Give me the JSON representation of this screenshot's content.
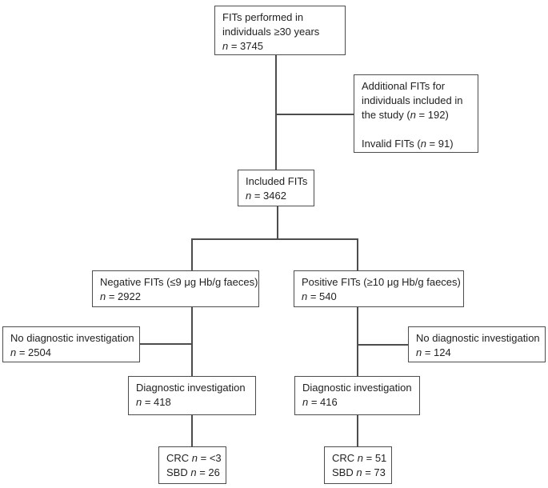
{
  "diagram": {
    "type": "flowchart",
    "description": "FIT screening study flow diagram",
    "colors": {
      "border": "#4d4d4d",
      "text": "#222222",
      "background": "#ffffff"
    },
    "boxes": [
      {
        "id": "fits-performed",
        "lines": [
          "FITs performed in",
          "individuals ≥30 years",
          "*n* = 3745"
        ]
      },
      {
        "id": "additional-fits",
        "lines": [
          "Additional FITs for",
          "individuals included in",
          "the study (*n* = 192)",
          "",
          "Invalid FITs (*n* = 91)"
        ]
      },
      {
        "id": "included-fits",
        "lines": [
          "Included FITs",
          "*n* = 3462"
        ]
      },
      {
        "id": "negative-fits",
        "lines": [
          "Negative FITs (≤9 μg Hb/g faeces)",
          "*n* = 2922"
        ]
      },
      {
        "id": "positive-fits",
        "lines": [
          "Positive FITs (≥10 μg Hb/g faeces)",
          "*n* = 540"
        ]
      },
      {
        "id": "no-diag-negative",
        "lines": [
          "No diagnostic investigation",
          "*n* = 2504"
        ]
      },
      {
        "id": "no-diag-positive",
        "lines": [
          "No diagnostic investigation",
          "*n* = 124"
        ]
      },
      {
        "id": "diag-negative",
        "lines": [
          "Diagnostic investigation",
          "*n* = 418"
        ]
      },
      {
        "id": "diag-positive",
        "lines": [
          "Diagnostic investigation",
          "*n* = 416"
        ]
      },
      {
        "id": "outcome-negative",
        "lines": [
          "CRC *n* = <3",
          "SBD *n* = 26"
        ]
      },
      {
        "id": "outcome-positive",
        "lines": [
          "CRC *n* = 51",
          "SBD *n* = 73"
        ]
      }
    ]
  }
}
